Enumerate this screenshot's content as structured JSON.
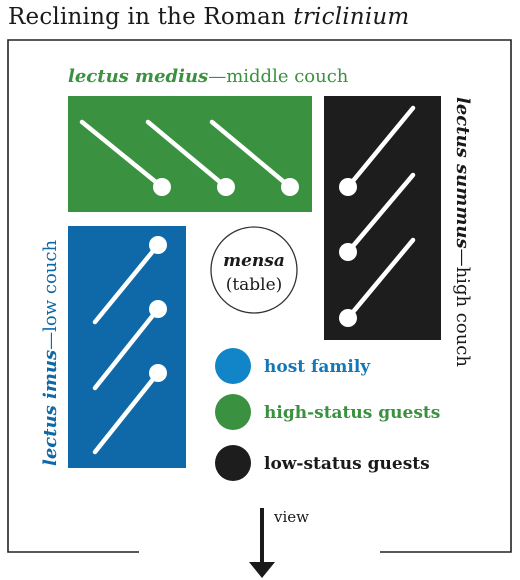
{
  "title": {
    "text": "Reclining in the Roman ",
    "emphasis": "triclinium"
  },
  "couches": {
    "medius": {
      "name": "lectus medius",
      "desc": "—middle couch",
      "color": "#3a9140"
    },
    "summus": {
      "name": "lectus summus",
      "desc": "—high couch",
      "color": "#1d1d1d"
    },
    "imus": {
      "name": "lectus imus",
      "desc": "—low couch",
      "color": "#0f69a8"
    }
  },
  "mensa": {
    "name": "mensa",
    "desc": "(table)"
  },
  "legend": [
    {
      "label": "host family",
      "color": "#1185c7",
      "text_color": "#1378b8"
    },
    {
      "label": "high-status guests",
      "color": "#3a9140",
      "text_color": "#3a9140"
    },
    {
      "label": "low-status guests",
      "color": "#1d1d1d",
      "text_color": "#1a1a1a"
    }
  ],
  "view": {
    "label": "view"
  }
}
